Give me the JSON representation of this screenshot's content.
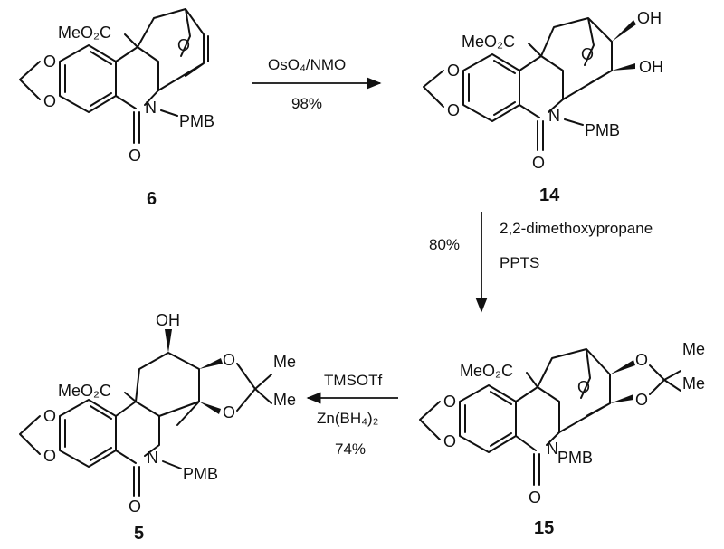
{
  "compounds": {
    "c6": {
      "number": "6",
      "ester": "MeO₂C",
      "n_sub": "PMB",
      "n": "N",
      "carbonyl": "O",
      "ring_o": "O"
    },
    "c14": {
      "number": "14",
      "ester": "MeO₂C",
      "n_sub": "PMB",
      "n": "N",
      "carbonyl": "O",
      "ring_o": "O",
      "oh1": "OH",
      "oh2": "OH"
    },
    "c15": {
      "number": "15",
      "ester": "MeO₂C",
      "n_sub": "PMB",
      "n": "N",
      "carbonyl": "O",
      "ring_o": "O",
      "ketal_o1": "O",
      "ketal_o2": "O",
      "me1": "Me",
      "me2": "Me"
    },
    "c5": {
      "number": "5",
      "ester": "MeO₂C",
      "n_sub": "PMB",
      "n": "N",
      "carbonyl": "O",
      "oh": "OH",
      "ketal_o1": "O",
      "ketal_o2": "O",
      "me1": "Me",
      "me2": "Me"
    }
  },
  "ring_o_label": "O",
  "steps": {
    "step1": {
      "reagent": "OsO₄/NMO",
      "yield": "98%"
    },
    "step2": {
      "reagent1": "2,2-dimethoxypropane",
      "reagent2": "PPTS",
      "yield": "80%"
    },
    "step3": {
      "reagent1": "TMSOTf",
      "reagent2": "Zn(BH₄)₂",
      "yield": "74%"
    }
  }
}
